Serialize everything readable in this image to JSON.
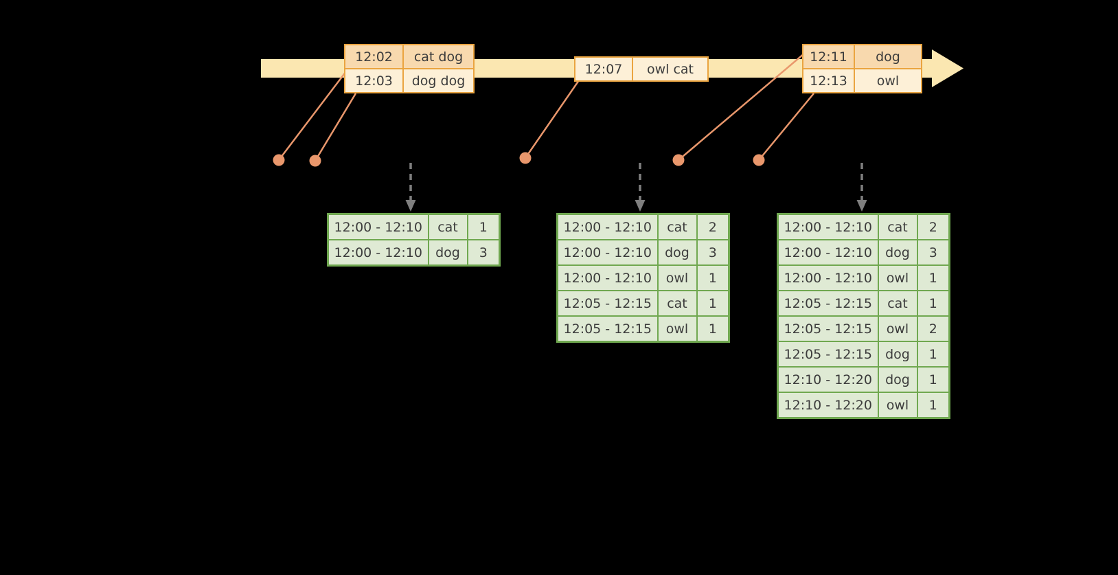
{
  "colors": {
    "background": "#000000",
    "timeline-fill": "#fbe7b1",
    "event-border": "#eaa440",
    "event-row-a": "#f8d9ae",
    "event-row-b": "#fdf0d7",
    "connector": "#e9976c",
    "arrow-gray": "#7f7f7f",
    "result-border": "#70a850",
    "result-fill": "#dfead4",
    "text": "#3c3c3c"
  },
  "event_tables": [
    {
      "rows": [
        [
          "12:02",
          "cat dog"
        ],
        [
          "12:03",
          "dog dog"
        ]
      ]
    },
    {
      "rows": [
        [
          "12:07",
          "owl cat"
        ]
      ]
    },
    {
      "rows": [
        [
          "12:11",
          "dog"
        ],
        [
          "12:13",
          "owl"
        ]
      ]
    }
  ],
  "result_tables": [
    {
      "rows": [
        [
          "12:00 - 12:10",
          "cat",
          "1"
        ],
        [
          "12:00 - 12:10",
          "dog",
          "3"
        ]
      ]
    },
    {
      "rows": [
        [
          "12:00 - 12:10",
          "cat",
          "2"
        ],
        [
          "12:00 - 12:10",
          "dog",
          "3"
        ],
        [
          "12:00 - 12:10",
          "owl",
          "1"
        ],
        [
          "12:05 - 12:15",
          "cat",
          "1"
        ],
        [
          "12:05 - 12:15",
          "owl",
          "1"
        ]
      ]
    },
    {
      "rows": [
        [
          "12:00 - 12:10",
          "cat",
          "2"
        ],
        [
          "12:00 - 12:10",
          "dog",
          "3"
        ],
        [
          "12:00 - 12:10",
          "owl",
          "1"
        ],
        [
          "12:05 - 12:15",
          "cat",
          "1"
        ],
        [
          "12:05 - 12:15",
          "owl",
          "2"
        ],
        [
          "12:05 - 12:15",
          "dog",
          "1"
        ],
        [
          "12:10 - 12:20",
          "dog",
          "1"
        ],
        [
          "12:10 - 12:20",
          "owl",
          "1"
        ]
      ]
    }
  ]
}
